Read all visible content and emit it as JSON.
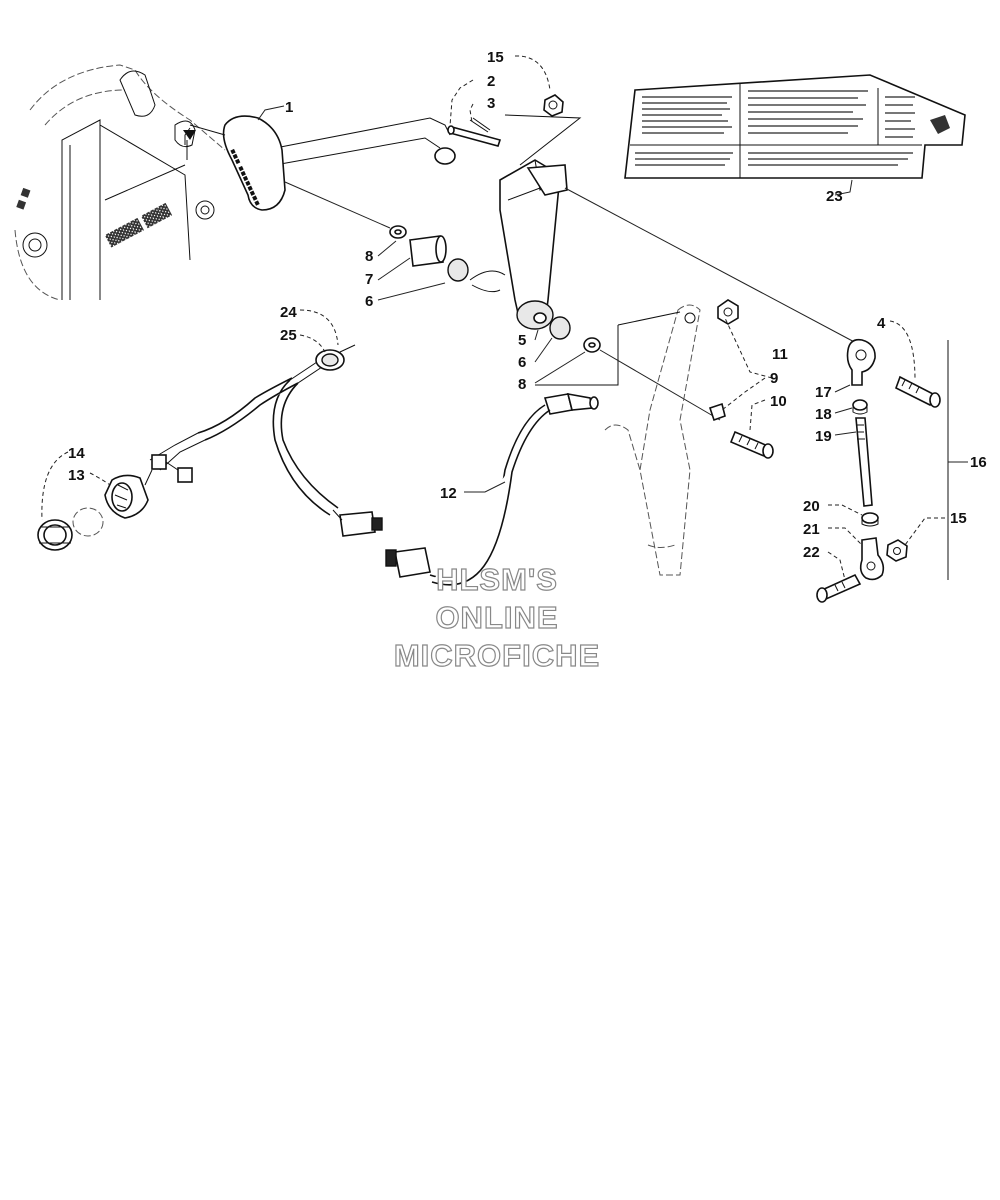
{
  "callouts": {
    "c1": "1",
    "c2": "2",
    "c3": "3",
    "c4": "4",
    "c5": "5",
    "c6a": "6",
    "c6b": "6",
    "c7": "7",
    "c8a": "8",
    "c8b": "8",
    "c9": "9",
    "c10": "10",
    "c11": "11",
    "c12": "12",
    "c13": "13",
    "c14": "14",
    "c15a": "15",
    "c15b": "15",
    "c16": "16",
    "c17": "17",
    "c18": "18",
    "c19": "19",
    "c20": "20",
    "c21": "21",
    "c22": "22",
    "c23": "23",
    "c24": "24",
    "c25": "25"
  },
  "watermark": {
    "line1": "HLSM'S",
    "line2": "ONLINE",
    "line3": "MICROFICHE"
  }
}
